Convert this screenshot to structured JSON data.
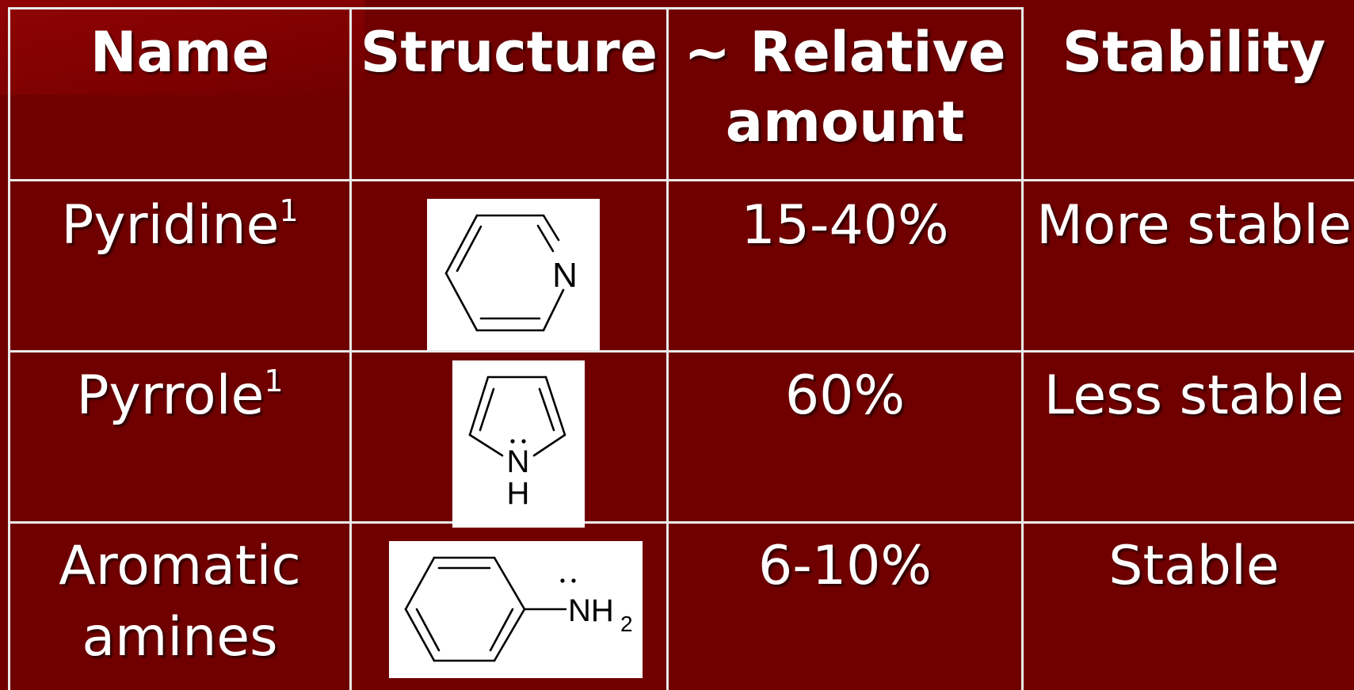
{
  "table": {
    "headers": {
      "name": "Name",
      "structure": "Structure",
      "amount_line1": "~ Relative",
      "amount_line2": "amount",
      "stability": "Stability"
    },
    "rows": [
      {
        "name": "Pyridine",
        "superscript": "1",
        "structure_label": "N",
        "amount": "15-40%",
        "stability": "More stable"
      },
      {
        "name": "Pyrrole",
        "superscript": "1",
        "structure_label_n": "N",
        "structure_label_h": "H",
        "amount": "60%",
        "stability": "Less stable"
      },
      {
        "name_line1": "Aromatic",
        "name_line2": "amines",
        "structure_label": "NH",
        "structure_subscript": "2",
        "amount": "6-10%",
        "stability": "Stable"
      }
    ]
  },
  "colors": {
    "background": "#700000",
    "grid": "#e9e9e9",
    "text": "#ffffff"
  }
}
